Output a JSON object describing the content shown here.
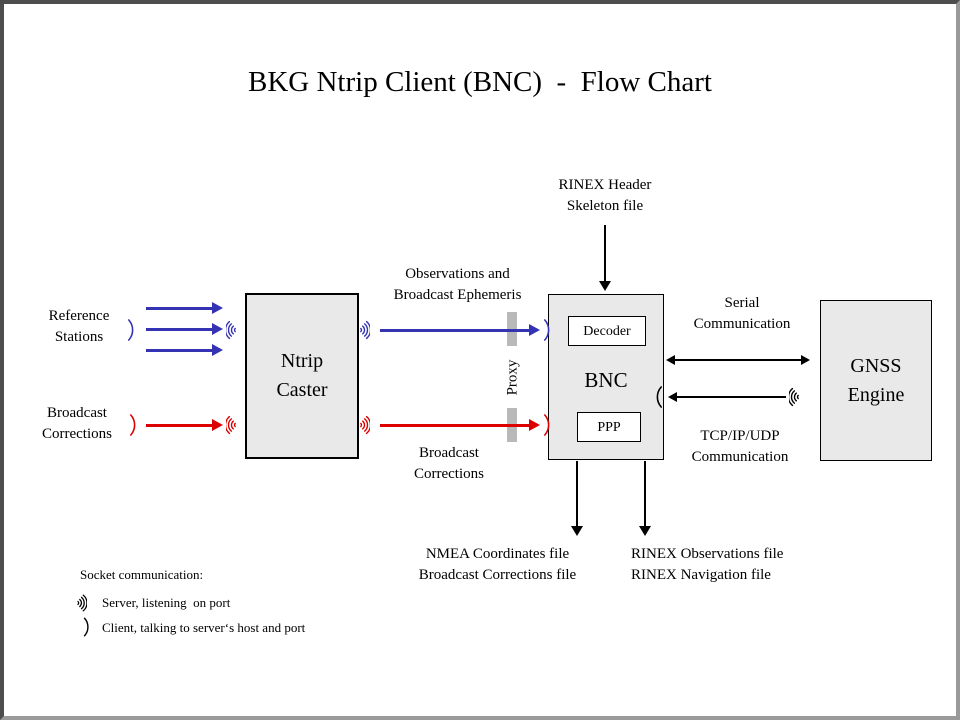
{
  "title": "BKG Ntrip Client (BNC)  -  Flow Chart",
  "colors": {
    "arrow_blue": "#3333b3",
    "arrow_red": "#dd0000",
    "arrow_black": "#000000",
    "node_fill": "#e9e9e9",
    "proxy_bar": "#b9b9b9",
    "frame_dark": "#4d4d4d",
    "frame_light": "#9a9a9a"
  },
  "nodes": {
    "ntrip_caster": {
      "line1": "Ntrip",
      "line2": "Caster"
    },
    "bnc": {
      "label": "BNC",
      "decoder_label": "Decoder",
      "ppp_label": "PPP"
    },
    "gnss_engine": {
      "line1": "GNSS",
      "line2": "Engine"
    }
  },
  "labels": {
    "rinex_header_skeleton": {
      "line1": "RINEX Header",
      "line2": "Skeleton file"
    },
    "reference_stations": {
      "line1": "Reference",
      "line2": "Stations"
    },
    "broadcast_corrections_left": {
      "line1": "Broadcast",
      "line2": "Corrections"
    },
    "observations_ephemeris": {
      "line1": "Observations and",
      "line2": "Broadcast Ephemeris"
    },
    "broadcast_corrections_center": {
      "line1": "Broadcast",
      "line2": "Corrections"
    },
    "proxy": "Proxy",
    "serial_comm": {
      "line1": "Serial",
      "line2": "Communication"
    },
    "tcpip_comm": {
      "line1": "TCP/IP/UDP",
      "line2": "Communication"
    },
    "nmea_outputs": {
      "line1": "NMEA Coordinates file",
      "line2": "Broadcast Corrections file"
    },
    "rinex_outputs": {
      "line1": "RINEX Observations file",
      "line2": "RINEX Navigation file"
    }
  },
  "legend": {
    "heading": "Socket communication:",
    "server_item": "Server, listening  on port",
    "client_item": "Client, talking to server‘s host and port"
  },
  "icons": {
    "socket_server_glyph": ")))",
    "socket_client_glyph": ")",
    "socket_client_open_glyph": "("
  }
}
